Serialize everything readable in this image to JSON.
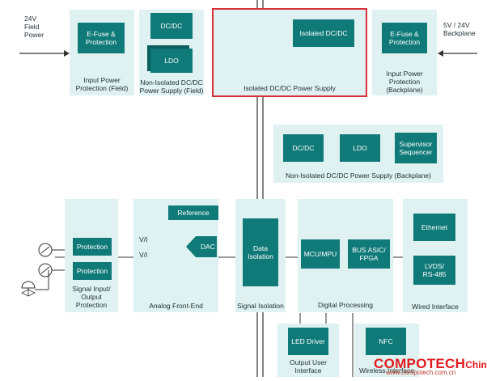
{
  "inputs": {
    "field_power": "24V\nField\nPower",
    "backplane": "5V / 24V\nBackplane"
  },
  "top": {
    "efuse_field_block": "E-Fuse &\nProtection",
    "efuse_field_caption": "Input Power\nProtection (Field)",
    "dcdc_block": "DC/DC",
    "ldo_block": "LDO",
    "nonisolated_field_caption": "Non-Isolated DC/DC\nPower Supply (Field)",
    "isolated_block": "Isolated DC/DC",
    "isolated_caption": "Isolated DC/DC Power Supply",
    "efuse_backplane_block": "E-Fuse &\nProtection",
    "efuse_backplane_caption": "Input Power\nProtection\n(Backplane)"
  },
  "backplane_supply": {
    "dcdc": "DC/DC",
    "ldo": "LDO",
    "supervisor": "Supervisor\nSequencer",
    "caption": "Non-Isolated DC/DC Power Supply (Backplane)"
  },
  "signal_protection": {
    "protection_1": "Protection",
    "protection_2": "Protection",
    "caption": "Signal Input/\nOutput\nProtection"
  },
  "afe": {
    "reference": "Reference",
    "dac": "DAC",
    "vi_1": "V/I",
    "vi_2": "V/I",
    "caption": "Analog Front-End"
  },
  "isolation": {
    "block": "Data\nIsolation",
    "caption": "Signal Isolation"
  },
  "digital": {
    "mcu": "MCU/MPU",
    "bus": "BUS ASIC/\nFPGA",
    "caption": "Digital Processing"
  },
  "wired": {
    "ethernet": "Ethernet",
    "lvds": "LVDS/\nRS-485",
    "caption": "Wired Interface"
  },
  "output_user": {
    "block": "LED Driver",
    "caption": "Output User\nInterface"
  },
  "wireless": {
    "block": "NFC",
    "caption": "Wireless Interface"
  },
  "watermark": {
    "brand": "COMPOTECH",
    "region": "China",
    "url": "www.compotech.com.cn"
  },
  "colors": {
    "panel": "#dff2f1",
    "block": "#0f7a78",
    "highlight": "#d6313a",
    "line": "#333333"
  }
}
